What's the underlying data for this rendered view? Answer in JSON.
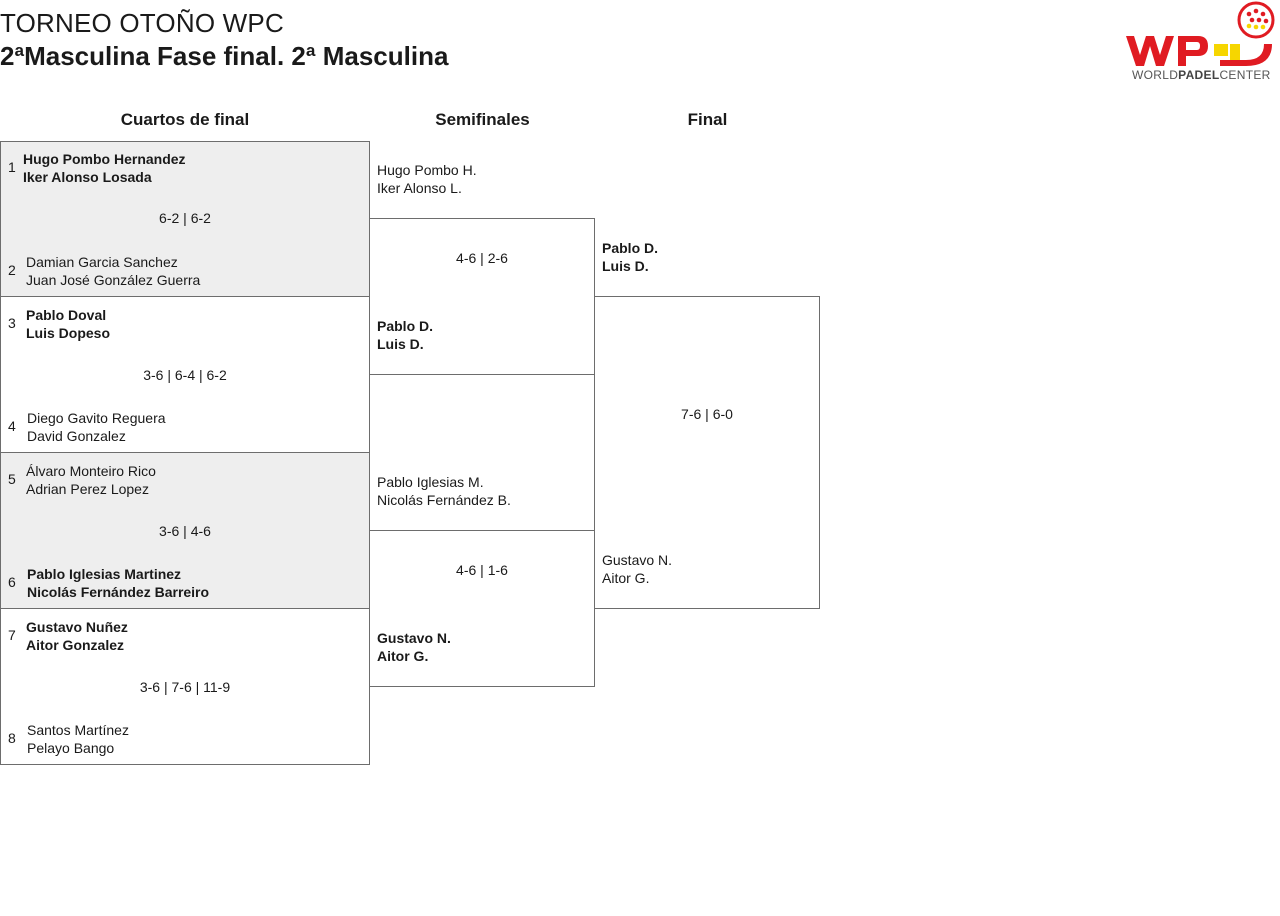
{
  "header": {
    "title": "TORNEO OTOÑO WPC",
    "subtitle": "2ªMasculina Fase final. 2ª Masculina"
  },
  "logo": {
    "caption_1": "WORLD",
    "caption_2": "PADEL",
    "caption_3": "CENTER",
    "brand_color": "#e01b22",
    "accent_color": "#f6d600"
  },
  "rounds": {
    "quarters": "Cuartos de final",
    "semis": "Semifinales",
    "final": "Final"
  },
  "quarterfinals": [
    {
      "score": "6-2 | 6-2",
      "top": {
        "seed": "1",
        "p1": "Hugo Pombo Hernandez",
        "p2": "Iker Alonso Losada"
      },
      "bottom": {
        "seed": "2",
        "p1": "Damian Garcia Sanchez",
        "p2": "Juan José González Guerra"
      }
    },
    {
      "score": "3-6 | 6-4 | 6-2",
      "top": {
        "seed": "3",
        "p1": "Pablo Doval",
        "p2": "Luis Dopeso"
      },
      "bottom": {
        "seed": "4",
        "p1": "Diego Gavito Reguera",
        "p2": "David Gonzalez"
      }
    },
    {
      "score": "3-6 | 4-6",
      "top": {
        "seed": "5",
        "p1": "Álvaro Monteiro Rico",
        "p2": "Adrian Perez Lopez"
      },
      "bottom": {
        "seed": "6",
        "p1": "Pablo Iglesias Martinez",
        "p2": "Nicolás Fernández Barreiro"
      }
    },
    {
      "score": "3-6 | 7-6 | 11-9",
      "top": {
        "seed": "7",
        "p1": "Gustavo Nuñez",
        "p2": "Aitor Gonzalez"
      },
      "bottom": {
        "seed": "8",
        "p1": "Santos Martínez",
        "p2": "Pelayo Bango"
      }
    }
  ],
  "semifinals": [
    {
      "score": "4-6 | 2-6",
      "top": {
        "p1": "Hugo Pombo H.",
        "p2": "Iker Alonso L."
      },
      "bottom": {
        "p1": "Pablo D.",
        "p2": "Luis D."
      }
    },
    {
      "score": "4-6 | 1-6",
      "top": {
        "p1": "Pablo Iglesias M.",
        "p2": "Nicolás Fernández B."
      },
      "bottom": {
        "p1": "Gustavo N.",
        "p2": "Aitor G."
      }
    }
  ],
  "final": {
    "score": "7-6 | 6-0",
    "top": {
      "p1": "Pablo D.",
      "p2": "Luis D."
    },
    "bottom": {
      "p1": "Gustavo N.",
      "p2": "Aitor G."
    }
  }
}
